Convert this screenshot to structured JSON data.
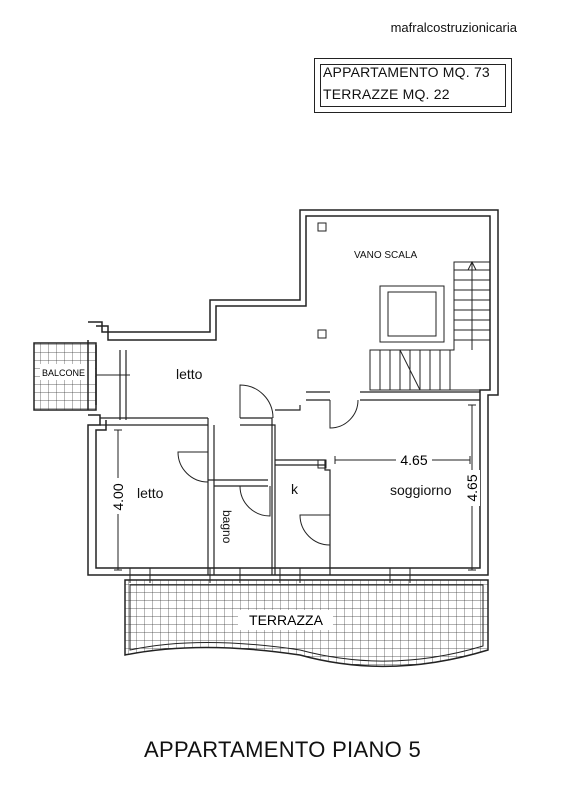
{
  "brand": "mafralcostruzionicaria",
  "summary": {
    "apartment": "APPARTAMENTO  MQ. 73",
    "terraces": "TERRAZZE MQ. 22"
  },
  "rooms": {
    "stair": "VANO SCALA",
    "balcony": "BALCONE",
    "bedroom_top": "letto",
    "bedroom_left": "letto",
    "bathroom": "bagno",
    "kitchen": "k",
    "living": "soggiorno",
    "terrace": "TERRAZZA"
  },
  "dimensions": {
    "living_width": "4.65",
    "living_height": "4.65",
    "bedroom_height": "4.00"
  },
  "title": "APPARTAMENTO PIANO 5"
}
